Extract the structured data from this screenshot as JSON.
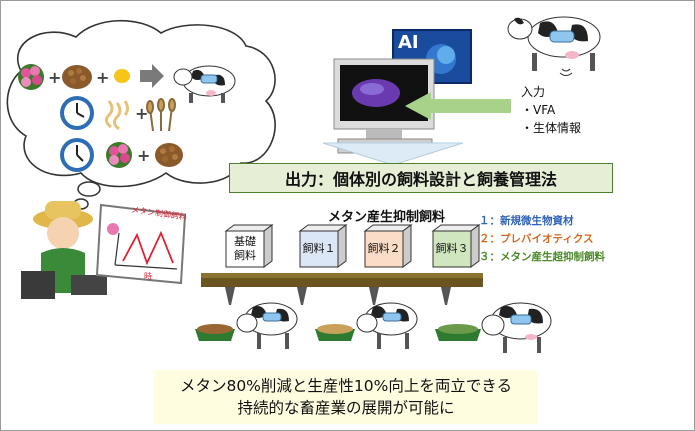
{
  "ai_label": "AI",
  "input": {
    "title": "入力",
    "items": [
      "・VFA",
      "・生体情報"
    ]
  },
  "output_label": "出力：個体別の飼料設計と飼養管理法",
  "feed_section": {
    "title": "メタン産生抑制飼料",
    "boxes": [
      {
        "line1": "基礎",
        "line2": "飼料",
        "color": "#ffffff"
      },
      {
        "line1": "飼料１",
        "line2": "",
        "color": "#dbe6f6"
      },
      {
        "line1": "飼料２",
        "line2": "",
        "color": "#fbdcc6"
      },
      {
        "line1": "飼料３",
        "line2": "",
        "color": "#cfe6bf"
      }
    ]
  },
  "legend": [
    {
      "text": "１：新規微生物資材",
      "color": "#2f63b5"
    },
    {
      "text": "２：プレバイオティクス",
      "color": "#d2691e"
    },
    {
      "text": "３：メタン産生超抑制飼料",
      "color": "#4a8a2a"
    }
  ],
  "easel": {
    "chart_title": "メタン制御飼料",
    "axis_label": "時"
  },
  "bottom_text": {
    "line1": "メタン80%削減と生産性10%向上を両立できる",
    "line2": "持続的な畜産業の展開が可能に"
  }
}
